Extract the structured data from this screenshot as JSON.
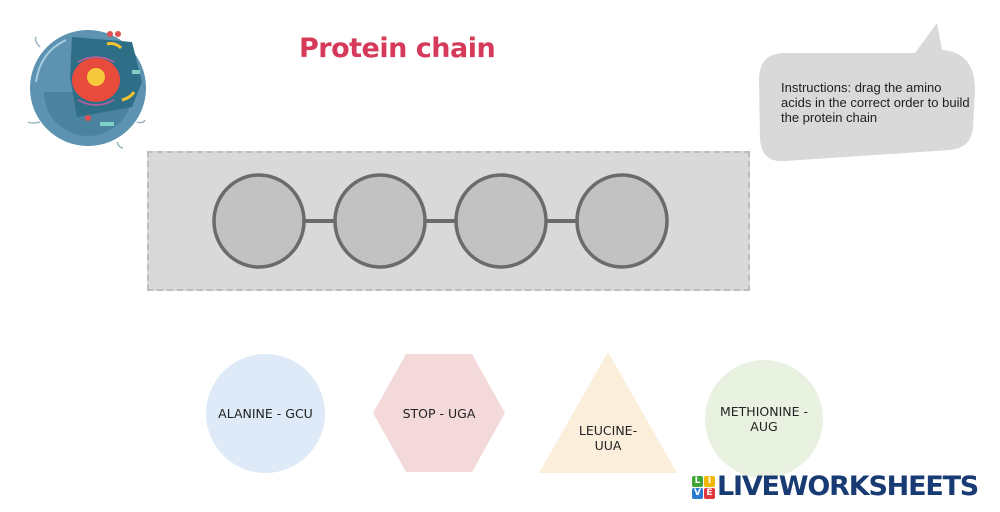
{
  "title": "Protein chain",
  "instructions": "Instructions: drag the amino acids in the correct order to build the protein chain",
  "chain": {
    "slots": 4
  },
  "pieces": [
    {
      "label": "ALANINE - GCU",
      "shape": "circle",
      "color": "#deeaf7"
    },
    {
      "label": "STOP - UGA",
      "shape": "hexagon",
      "color": "#f3d9d9"
    },
    {
      "label": "LEUCINE-\nUUA",
      "line1": "LEUCINE-",
      "line2": "UUA",
      "shape": "triangle",
      "color": "#fbeeda"
    },
    {
      "label": "METHIONINE - AUG",
      "line1": "METHIONINE -",
      "line2": "AUG",
      "shape": "circle",
      "color": "#e9f2e1"
    }
  ],
  "logo": {
    "letters": [
      "L",
      "I",
      "V",
      "E"
    ],
    "letter_colors": [
      "#3fa535",
      "#f2b705",
      "#2a7ad2",
      "#e0383e"
    ],
    "text": "LIVEWORKSHEETS"
  },
  "colors": {
    "title": "#d63a5a",
    "brand": "#183b74"
  }
}
